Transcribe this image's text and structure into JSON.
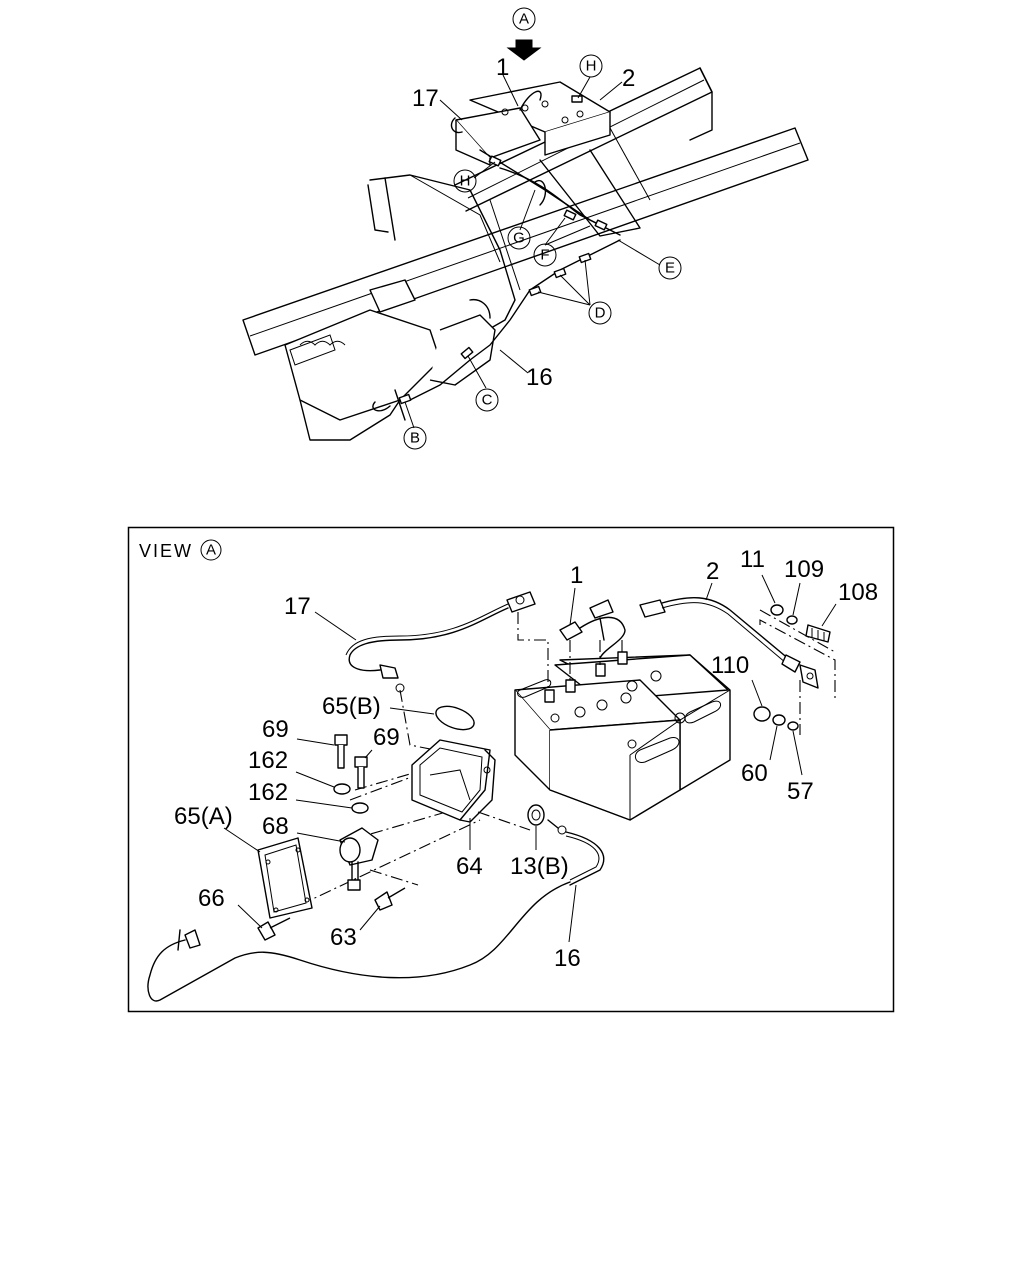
{
  "top_view": {
    "view_marker": "A",
    "labels": {
      "p1": "1",
      "p2": "2",
      "p17": "17",
      "p16": "16"
    },
    "clamps": {
      "h1": "H",
      "h2": "H",
      "g": "G",
      "f": "F",
      "e": "E",
      "d": "D",
      "c": "C",
      "b": "B"
    }
  },
  "detail_view": {
    "title_text": "VIEW",
    "title_marker": "A",
    "labels": {
      "p17": "17",
      "p1": "1",
      "p2": "2",
      "p11": "11",
      "p109": "109",
      "p108": "108",
      "p110": "110",
      "p60": "60",
      "p57": "57",
      "p65b": "65(B)",
      "p69a": "69",
      "p69b": "69",
      "p162a": "162",
      "p162b": "162",
      "p65a": "65(A)",
      "p68": "68",
      "p64": "64",
      "p13b": "13(B)",
      "p66": "66",
      "p63": "63",
      "p16": "16"
    }
  }
}
